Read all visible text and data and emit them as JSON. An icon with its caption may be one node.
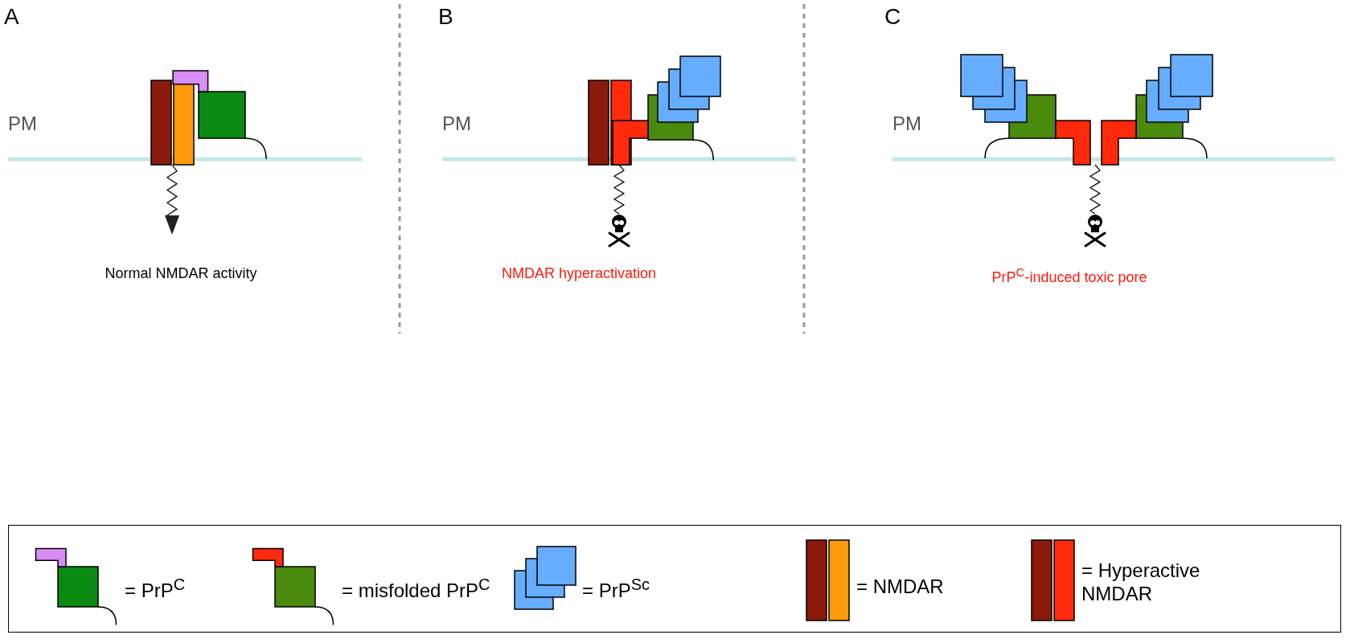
{
  "diagram": {
    "labels": [
      "A",
      "PM",
      "Normal NMDAR activity",
      "B",
      "PM",
      "NMDAR hyperactivation",
      "C",
      "PM",
      "PrP$^{C}$-induced toxic pore"
    ],
    "legend": [
      {
        "text": "= PrP$^{C}$"
      },
      {
        "text": "= misfolded PrP$^{C}$"
      },
      {
        "text": "= PrP$^{Sc}$"
      },
      {
        "text": "= NMDAR"
      },
      {
        "text": "= Hyperactive NMDAR"
      }
    ]
  }
}
